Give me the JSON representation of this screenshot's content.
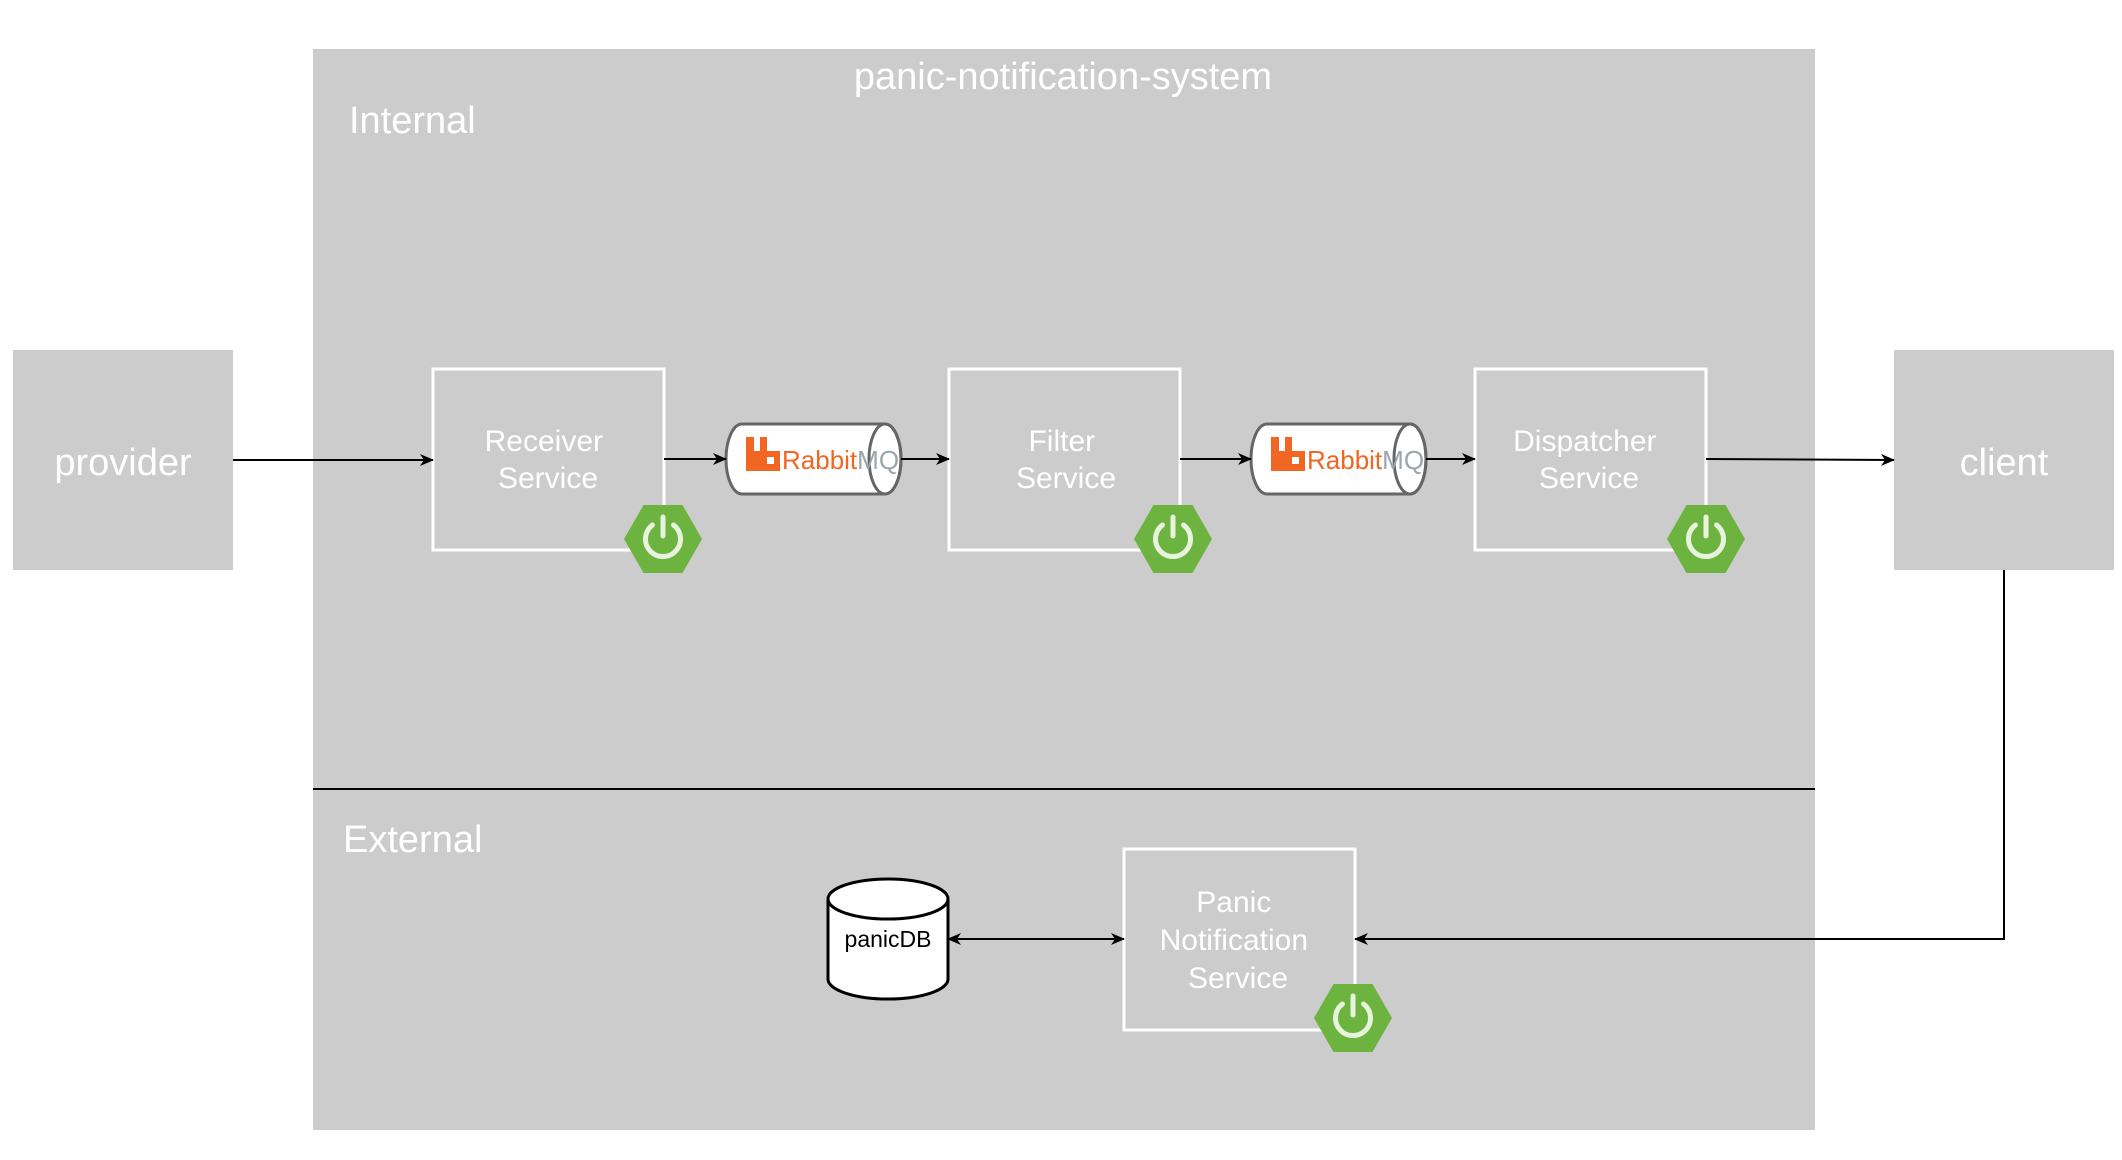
{
  "diagram": {
    "system_title": "panic-notification-system",
    "zone_internal": "Internal",
    "zone_external": "External",
    "provider": "provider",
    "client": "client",
    "services": {
      "receiver": [
        "Receiver",
        "Service"
      ],
      "filter": [
        "Filter",
        "Service"
      ],
      "dispatcher": [
        "Dispatcher",
        "Service"
      ],
      "panic_notification": [
        "Panic",
        "Notification",
        "Service"
      ]
    },
    "queues": {
      "queue_1": {
        "brand": "Rabbit",
        "suffix": "MQ"
      },
      "queue_2": {
        "brand": "Rabbit",
        "suffix": "MQ"
      }
    },
    "database": "panicDB",
    "icons": {
      "service_badge": "spring-boot-power-icon",
      "queue_logo": "rabbitmq-logo-icon",
      "database_shape": "database-cylinder-icon"
    },
    "colors": {
      "system_background": "#cccccc",
      "external_node": "#cccccc",
      "spring_green": "#6db33f",
      "rabbit_orange": "#f06622",
      "mq_gray": "#9aa5ad"
    }
  }
}
